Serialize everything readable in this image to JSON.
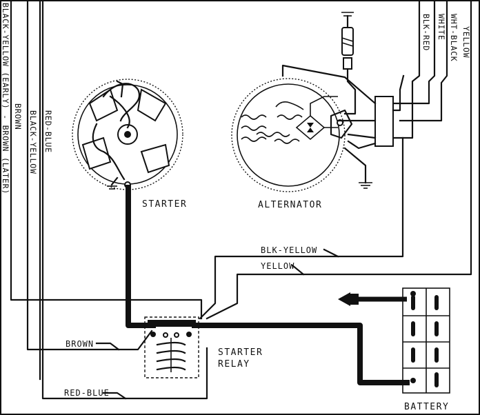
{
  "components": {
    "starter": "STARTER",
    "alternator": "ALTERNATOR",
    "starter_relay_line1": "STARTER",
    "starter_relay_line2": "RELAY",
    "battery": "BATTERY"
  },
  "wires": {
    "left_outer": "BLACK-YELLOW (EARLY) - BROWN (LATER)",
    "left_brown": "BROWN",
    "left_black_yellow": "BLACK-YELLOW",
    "left_red_blue": "RED-BLUE",
    "right_yellow": "YELLOW",
    "right_wht_black": "WHT-BLACK",
    "right_white": "WHITE",
    "right_blk_red": "BLK-RED",
    "blk_yellow_horizontal": "BLK-YELLOW",
    "yellow_horizontal": "YELLOW",
    "brown_bottom": "BROWN",
    "red_blue_bottom": "RED-BLUE"
  }
}
